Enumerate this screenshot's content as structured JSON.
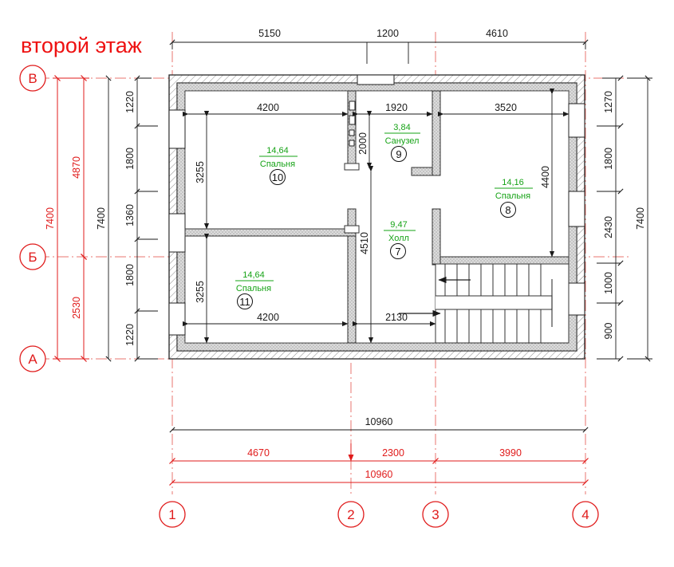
{
  "title": "второй этаж",
  "colors": {
    "red": "#e01b1b",
    "green": "#16a316",
    "black": "#1a1a1a",
    "wall_fill": "#d6d6d6",
    "wall_hatch": "#9a9a9a"
  },
  "grid": {
    "vertical_axes": [
      {
        "label": "1"
      },
      {
        "label": "2"
      },
      {
        "label": "3"
      },
      {
        "label": "4"
      }
    ],
    "horizontal_axes": [
      {
        "label": "В"
      },
      {
        "label": "Б"
      },
      {
        "label": "А"
      }
    ]
  },
  "dimensions": {
    "top_chain": [
      "5150",
      "1200",
      "4610"
    ],
    "left_outer_red": [
      "7400"
    ],
    "left_red_chain": [
      "4870",
      "2530"
    ],
    "left_black_total": "7400",
    "left_black_chain": [
      "1220",
      "1800",
      "1360",
      "1800",
      "1220"
    ],
    "right_black_chain": [
      "1270",
      "1800",
      "2430",
      "1000",
      "900"
    ],
    "right_black_total": "7400",
    "bottom_black_total": "10960",
    "bottom_red_chain": [
      "4670",
      "2300",
      "3990"
    ],
    "bottom_red_total": "10960",
    "interior": [
      {
        "value": "4200",
        "of": "room-10-width"
      },
      {
        "value": "3255",
        "of": "room-10-height"
      },
      {
        "value": "4200",
        "of": "room-11-width"
      },
      {
        "value": "3255",
        "of": "room-11-height"
      },
      {
        "value": "1920",
        "of": "room-9-width"
      },
      {
        "value": "2000",
        "of": "room-9-height"
      },
      {
        "value": "3520",
        "of": "room-8-width"
      },
      {
        "value": "4400",
        "of": "room-8-height"
      },
      {
        "value": "4510",
        "of": "room-7-height"
      },
      {
        "value": "2130",
        "of": "room-7-width"
      }
    ]
  },
  "rooms": [
    {
      "number": "7",
      "area": "9,47",
      "name": "Холл"
    },
    {
      "number": "8",
      "area": "14,16",
      "name": "Спальня"
    },
    {
      "number": "9",
      "area": "3,84",
      "name": "Санузел"
    },
    {
      "number": "10",
      "area": "14,64",
      "name": "Спальня"
    },
    {
      "number": "11",
      "area": "14,64",
      "name": "Спальня"
    }
  ],
  "features": {
    "staircase": "staircase-double-flight",
    "stair_direction": "up-arrow-left",
    "ducts": "ventilation-ducts"
  }
}
